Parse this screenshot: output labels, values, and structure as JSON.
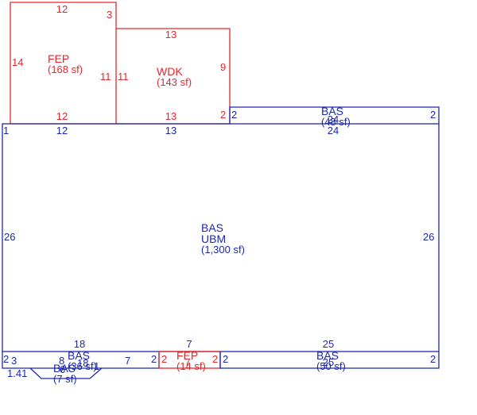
{
  "colors": {
    "porch": "#e8262a",
    "building": "#1c27b4"
  },
  "areas": {
    "fep_top": {
      "code": "FEP",
      "area": "(168 sf)"
    },
    "wdk": {
      "code": "WDK",
      "area": "(143 sf)"
    },
    "bas_top": {
      "code": "BAS",
      "area": "(48 sf)"
    },
    "main": {
      "code": "BAS",
      "code2": "UBM",
      "area": "(1,300 sf)"
    },
    "bas_bl": {
      "code": "BAS",
      "area": "(36 sf)"
    },
    "bas_small": {
      "code": "BAS",
      "area": "(7 sf)"
    },
    "fep_bot": {
      "code": "FEP",
      "area": "(14 sf)"
    },
    "bas_br": {
      "code": "BAS",
      "area": "(50 sf)"
    }
  },
  "dims": {
    "fep_top_top": "12",
    "fep_top_notch": "3",
    "fep_top_left": "14",
    "fep_top_right": "11",
    "fep_top_bottom": "12",
    "wdk_top": "13",
    "wdk_left": "11",
    "wdk_right": "9",
    "wdk_step": "2",
    "wdk_bottom": "13",
    "bas_top_left": "2",
    "bas_top_right": "2",
    "bas_top_bottom": "24",
    "bas_top_overlap": "24",
    "main_corner": "1",
    "main_top_a": "12",
    "main_top_b": "13",
    "main_left": "26",
    "main_right": "26",
    "main_bot_a": "18",
    "main_bot_b": "7",
    "main_bot_c": "25",
    "bl_left_a": "2",
    "bl_left_b": "3",
    "bl_8": "8",
    "bl_7": "7",
    "bl_2": "2",
    "bl_overlap": "18",
    "small_141": "1.41",
    "small_6": "6",
    "small_1": "1",
    "fepb_left": "2",
    "fepb_right": "2",
    "fepb_mid": "7",
    "br_left": "2",
    "br_right": "2",
    "br_overlap": "25"
  }
}
